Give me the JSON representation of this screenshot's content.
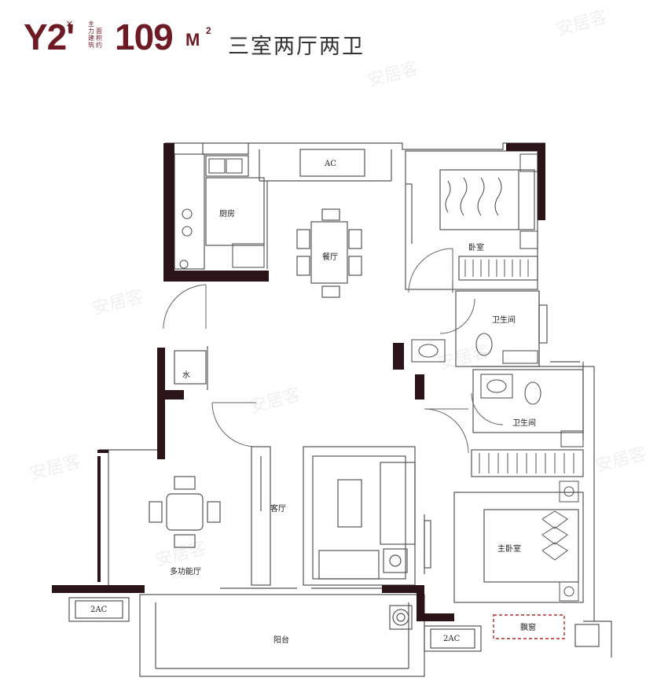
{
  "header": {
    "type_code": "Y2'",
    "type_sub": "×",
    "vertical_note_col1": "主力建筑",
    "vertical_note_col2": "面积约",
    "area_number": "109",
    "area_unit": "M",
    "area_sup": "2",
    "layout_desc": "三室两厅两卫"
  },
  "rooms": {
    "kitchen": "厨房",
    "dining": "餐厅",
    "bedroom": "卧室",
    "bathroom1": "卫生间",
    "bathroom2": "卫生间",
    "water": "水",
    "living": "客厅",
    "multi": "多功能厅",
    "master": "主卧室",
    "balcony": "阳台",
    "bay": "飘窗"
  },
  "ac_labels": {
    "top": "AC",
    "left": "2AC",
    "bottom": "2AC"
  },
  "watermark": "安居客",
  "colors": {
    "brand": "#6e1a24",
    "wall": "#2a1418",
    "line": "#555555",
    "bay_dash": "#b02a2a"
  }
}
